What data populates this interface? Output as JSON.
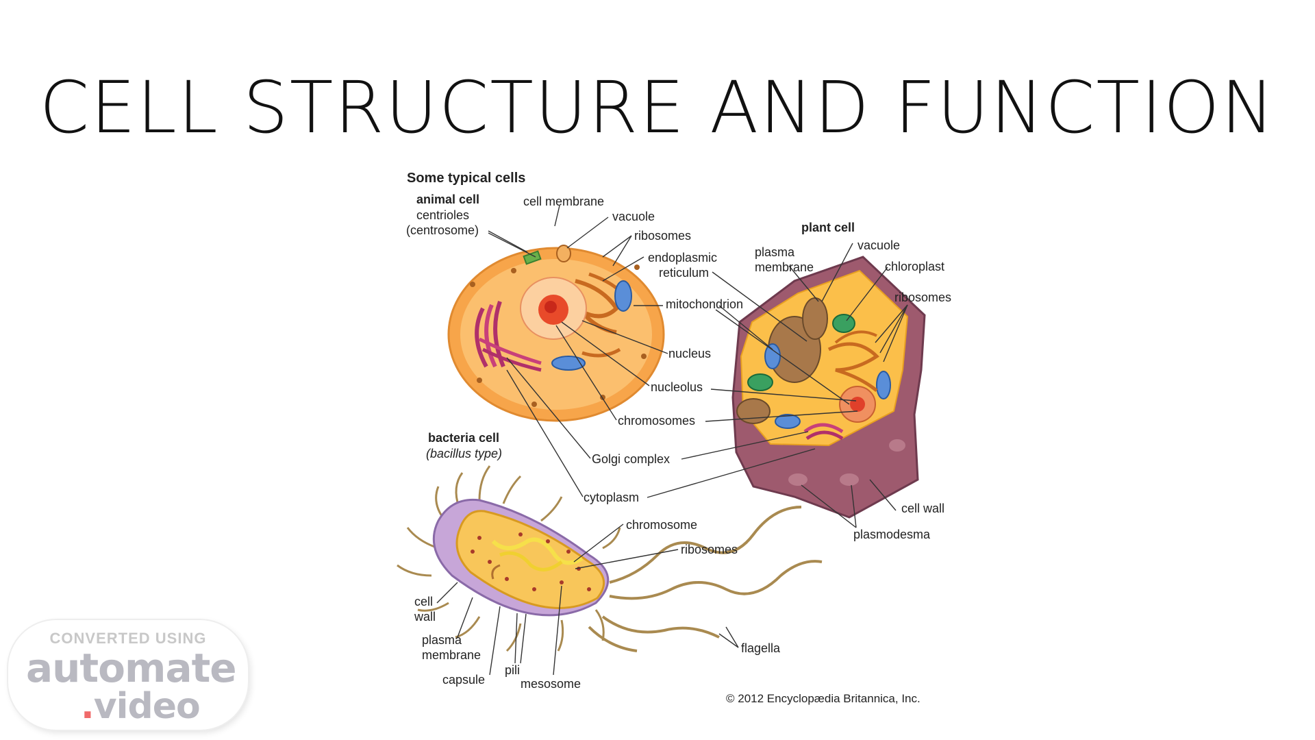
{
  "slide": {
    "title": "CELL STRUCTURE AND FUNCTION"
  },
  "figure": {
    "heading": "Some typical cells",
    "animal": {
      "title": "animal cell",
      "labels": {
        "centrioles": "centrioles",
        "centrosome": "(centrosome)",
        "cell_membrane": "cell membrane",
        "vacuole": "vacuole",
        "ribosomes": "ribosomes",
        "er_1": "endoplasmic",
        "er_2": "reticulum",
        "mitochondrion": "mitochondrion",
        "nucleus": "nucleus",
        "nucleolus": "nucleolus",
        "chromosomes": "chromosomes",
        "golgi": "Golgi complex",
        "cytoplasm": "cytoplasm"
      }
    },
    "plant": {
      "title": "plant cell",
      "labels": {
        "plasma_1": "plasma",
        "plasma_2": "membrane",
        "vacuole": "vacuole",
        "chloroplast": "chloroplast",
        "ribosomes": "ribosomes",
        "cell_wall": "cell wall",
        "plasmodesma": "plasmodesma"
      }
    },
    "bacteria": {
      "title": "bacteria cell",
      "subtitle": "(bacillus type)",
      "labels": {
        "chromosome": "chromosome",
        "ribosomes": "ribosomes",
        "cell_1": "cell",
        "wall_1": "wall",
        "plasma_1": "plasma",
        "plasma_2": "membrane",
        "capsule": "capsule",
        "pili": "pili",
        "mesosome": "mesosome",
        "flagella": "flagella"
      }
    },
    "credit": "© 2012 Encyclopædia Britannica, Inc."
  },
  "watermark": {
    "top": "CONVERTED USING",
    "brand": "automate",
    "dot": ".",
    "sub": "video"
  },
  "colors": {
    "animal_fill": "#f7a54a",
    "animal_inner": "#fcd08a",
    "nucleus": "#f08a5a",
    "plant_wall": "#9e5a6e",
    "plant_inner": "#fbbf4a",
    "bacteria_capsule": "#c7a6d8",
    "bacteria_inner": "#f8c65a",
    "flagella": "#a98a50"
  }
}
